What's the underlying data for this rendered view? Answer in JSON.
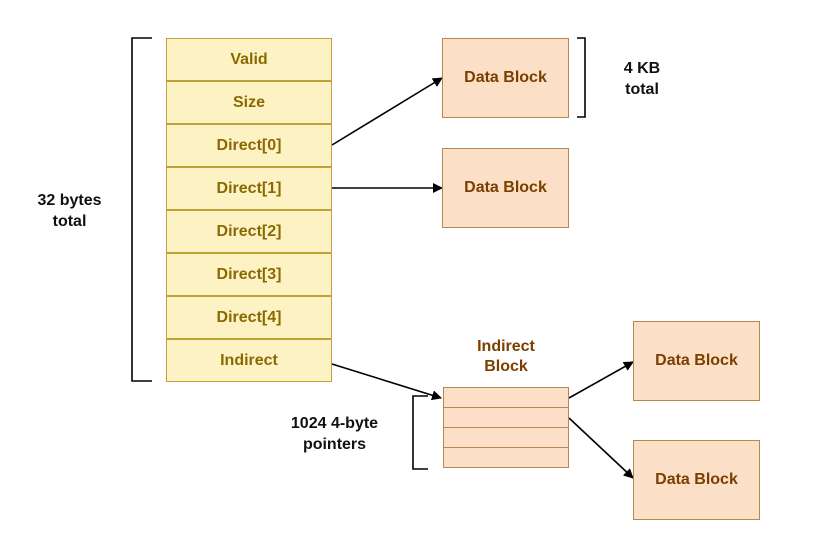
{
  "inode": {
    "fields": [
      "Valid",
      "Size",
      "Direct[0]",
      "Direct[1]",
      "Direct[2]",
      "Direct[3]",
      "Direct[4]",
      "Indirect"
    ],
    "size_label_line1": "32 bytes",
    "size_label_line2": "total"
  },
  "data_block_label": "Data Block",
  "block_size_label_line1": "4 KB",
  "block_size_label_line2": "total",
  "indirect_block": {
    "title_line1": "Indirect",
    "title_line2": "Block",
    "pointer_label_line1": "1024 4-byte",
    "pointer_label_line2": "pointers"
  },
  "colors": {
    "inode_fill": "#fdf2c4",
    "inode_border": "#c1a23a",
    "inode_text": "#8a6a00",
    "block_fill": "#fbdfc6",
    "block_border": "#b7874f",
    "block_text": "#7a3f00"
  }
}
